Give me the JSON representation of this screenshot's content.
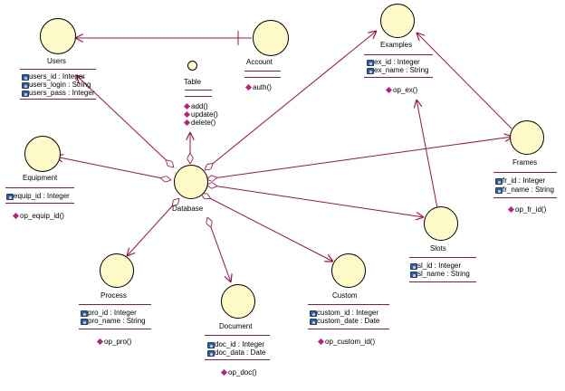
{
  "colors": {
    "connector": "#a4103f",
    "class_fill": "#fdfac8",
    "separator": "#8b1c3a",
    "attribute_icon": "#2f5faa",
    "operation_icon": "#c21b7d"
  },
  "classes": {
    "users": {
      "name": "Users",
      "attributes": [
        "users_id : Integer",
        "users_login : String",
        "users_pass : Integer"
      ],
      "operations": []
    },
    "table": {
      "name": "Table",
      "attributes": [],
      "operations": [
        "add()",
        "update()",
        "delete()"
      ]
    },
    "account": {
      "name": "Account",
      "attributes": [],
      "operations": [
        "auth()"
      ]
    },
    "examples": {
      "name": "Examples",
      "attributes": [
        "ex_id : Integer",
        "ex_name : String"
      ],
      "operations": [
        "op_ex()"
      ]
    },
    "equipment": {
      "name": "Equipment",
      "attributes": [
        "equip_id : Integer"
      ],
      "operations": [
        "op_equip_id()"
      ]
    },
    "database": {
      "name": "Database",
      "attributes": [],
      "operations": []
    },
    "frames": {
      "name": "Frames",
      "attributes": [
        "fr_id : Integer",
        "fr_name : String"
      ],
      "operations": [
        "op_fr_id()"
      ]
    },
    "slots": {
      "name": "Slots",
      "attributes": [
        "sl_id : Integer",
        "sl_name : String"
      ],
      "operations": []
    },
    "process": {
      "name": "Process",
      "attributes": [
        "pro_id : Integer",
        "pro_name : String"
      ],
      "operations": [
        "op_pro()"
      ]
    },
    "document": {
      "name": "Document",
      "attributes": [
        "doc_id : Integer",
        "doc_data : Date"
      ],
      "operations": [
        "op_doc()"
      ]
    },
    "custom": {
      "name": "Custom",
      "attributes": [
        "custom_id : Integer",
        "custom_date : Date"
      ],
      "operations": [
        "op_custom_id()"
      ]
    }
  }
}
